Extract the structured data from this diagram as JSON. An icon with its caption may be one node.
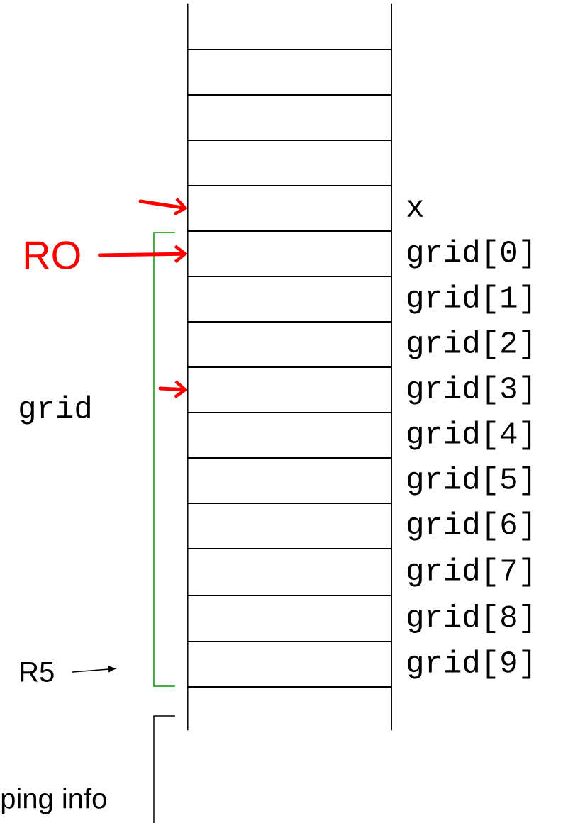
{
  "diagram": {
    "nodes": [
      {
        "text": [],
        "shape": "box"
      },
      {
        "text": [],
        "shape": "box"
      },
      {
        "text": [],
        "shape": "box"
      },
      {
        "text": [],
        "shape": "box"
      },
      {
        "text": [],
        "shape": "box",
        "beside": [
          "x"
        ]
      },
      {
        "text": [],
        "shape": "box",
        "beside": [
          "grid[0]"
        ]
      },
      {
        "text": [],
        "shape": "box",
        "beside": [
          "grid[1]"
        ]
      },
      {
        "text": [],
        "shape": "box",
        "beside": [
          "grid[2]"
        ]
      },
      {
        "text": [],
        "shape": "box",
        "beside": [
          "grid[3]"
        ]
      },
      {
        "text": [],
        "shape": "box",
        "beside": [
          "grid[4]"
        ]
      },
      {
        "text": [],
        "shape": "box",
        "beside": [
          "grid[5]"
        ]
      },
      {
        "text": [],
        "shape": "box",
        "beside": [
          "grid[6]"
        ]
      },
      {
        "text": [],
        "shape": "box",
        "beside": [
          "grid[7]"
        ]
      },
      {
        "text": [],
        "shape": "box",
        "beside": [
          "grid[8]"
        ]
      },
      {
        "text": [],
        "shape": "box",
        "beside": [
          "grid[9]"
        ]
      },
      {
        "text": [],
        "shape": "box"
      },
      {
        "text": [
          "RO"
        ]
      },
      {
        "text": [
          "R5"
        ]
      }
    ],
    "edges": [
      {
        "from": null,
        "to": 4,
        "arrow": "to",
        "color": "#ff0000"
      },
      {
        "from": 16,
        "to": 5,
        "arrow": "to",
        "color": "#ff0000"
      },
      {
        "from": null,
        "to": 8,
        "arrow": "to",
        "color": "#ff0000"
      },
      {
        "from": 17,
        "to": null,
        "arrow": "to",
        "color": "#000000"
      }
    ],
    "labels": [
      "grid",
      "ping info"
    ]
  }
}
